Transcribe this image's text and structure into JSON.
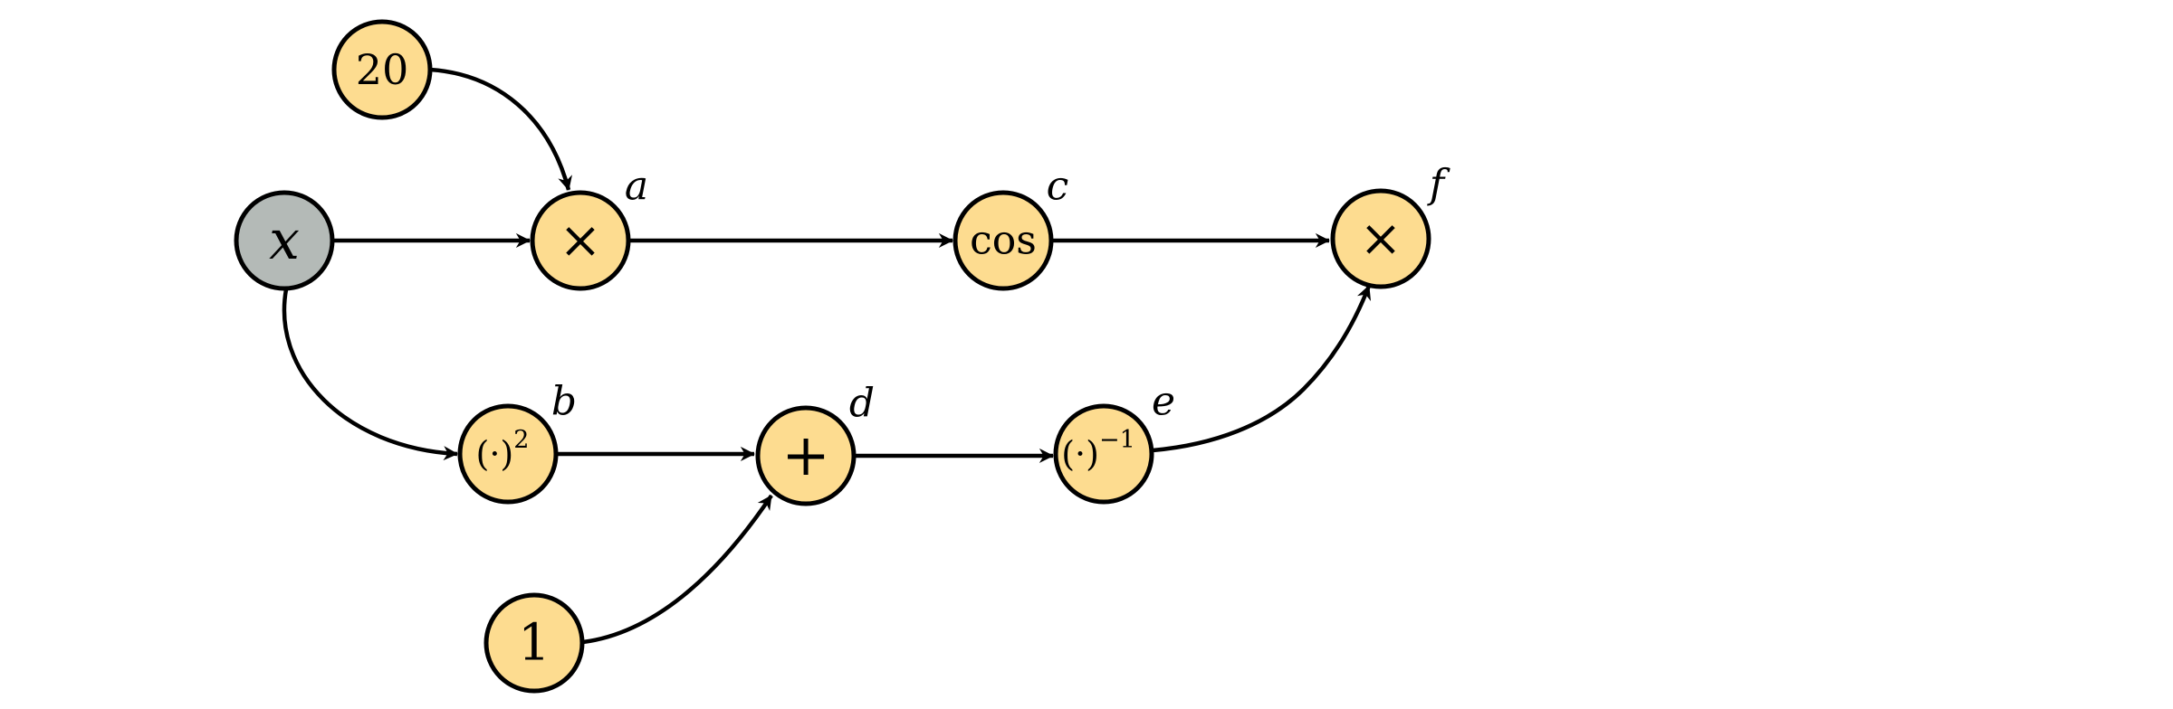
{
  "colors": {
    "input_fill": "#b4bab7",
    "op_fill": "#fddc90",
    "stroke": "#000000"
  },
  "nodes": [
    {
      "id": "n20",
      "text": "20",
      "label": "",
      "kind": "const",
      "italic": false
    },
    {
      "id": "x",
      "text": "x",
      "label": "",
      "kind": "input",
      "italic": true
    },
    {
      "id": "a",
      "text": "×",
      "label": "a",
      "kind": "op",
      "italic": false
    },
    {
      "id": "c",
      "text": "cos",
      "label": "c",
      "kind": "op",
      "italic": false
    },
    {
      "id": "f",
      "text": "×",
      "label": "f",
      "kind": "op",
      "italic": false
    },
    {
      "id": "b",
      "text": "(·)",
      "sup": "2",
      "label": "b",
      "kind": "op",
      "italic": false
    },
    {
      "id": "d",
      "text": "+",
      "label": "d",
      "kind": "op",
      "italic": false
    },
    {
      "id": "e",
      "text": "(·)",
      "sup": "−1",
      "label": "e",
      "kind": "op",
      "italic": false
    },
    {
      "id": "n1",
      "text": "1",
      "label": "",
      "kind": "const",
      "italic": false
    }
  ],
  "edges": [
    {
      "from": "n20",
      "to": "a"
    },
    {
      "from": "x",
      "to": "a"
    },
    {
      "from": "a",
      "to": "c"
    },
    {
      "from": "c",
      "to": "f"
    },
    {
      "from": "x",
      "to": "b"
    },
    {
      "from": "b",
      "to": "d"
    },
    {
      "from": "n1",
      "to": "d"
    },
    {
      "from": "d",
      "to": "e"
    },
    {
      "from": "e",
      "to": "f"
    }
  ]
}
